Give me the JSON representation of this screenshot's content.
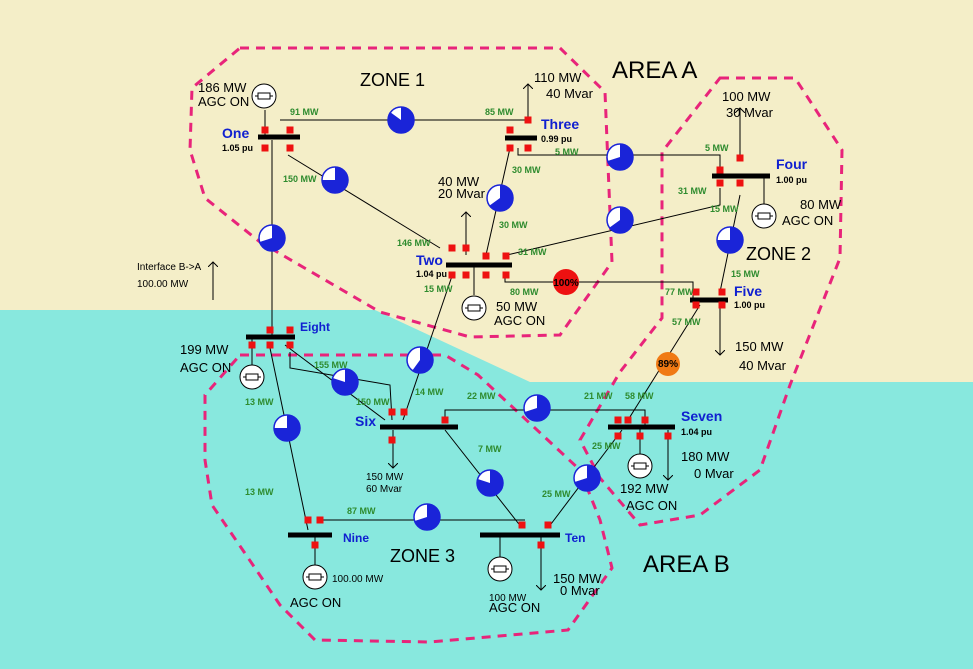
{
  "colors": {
    "area_a_bg": "#f4eec8",
    "area_b_bg": "#88e8de",
    "zone_border": "#e8247a",
    "bus_label": "#1020d0",
    "flow_text": "#2e8b2e",
    "breaker": "#ee1111",
    "pie_fill": "#1a24d8",
    "overload_red": "#ee1111",
    "overload_orange": "#f07a14"
  },
  "areas": {
    "a": "AREA A",
    "b": "AREA B"
  },
  "zones": {
    "z1": "ZONE 1",
    "z2": "ZONE 2",
    "z3": "ZONE 3"
  },
  "interface": {
    "label": "Interface B->A",
    "value": "100.00 MW"
  },
  "buses": {
    "one": {
      "name": "One",
      "pu": "1.05 pu"
    },
    "two": {
      "name": "Two",
      "pu": "1.04 pu"
    },
    "three": {
      "name": "Three",
      "pu": "0.99 pu"
    },
    "four": {
      "name": "Four",
      "pu": "1.00 pu"
    },
    "five": {
      "name": "Five",
      "pu": "1.00 pu"
    },
    "six": {
      "name": "Six"
    },
    "seven": {
      "name": "Seven",
      "pu": "1.04 pu"
    },
    "eight": {
      "name": "Eight"
    },
    "nine": {
      "name": "Nine"
    },
    "ten": {
      "name": "Ten"
    }
  },
  "generators": {
    "one": {
      "mw": "186 MW",
      "status": "AGC ON"
    },
    "two": {
      "mw": "50 MW",
      "status": "AGC ON"
    },
    "four": {
      "mw": "80 MW",
      "status": "AGC ON"
    },
    "seven": {
      "mw": "192 MW",
      "status": "AGC ON"
    },
    "eight": {
      "mw": "199 MW",
      "status": "AGC ON"
    },
    "nine": {
      "mw": "100.00 MW",
      "status": "AGC ON"
    },
    "ten": {
      "mw": "100 MW",
      "status": "AGC ON"
    }
  },
  "loads": {
    "three": {
      "mw": "110 MW",
      "mvar": "40 Mvar"
    },
    "four": {
      "mw": "100 MW",
      "mvar": "30 Mvar"
    },
    "two": {
      "mw": "40 MW",
      "mvar": "20 Mvar"
    },
    "five": {
      "mw": "150 MW",
      "mvar": "40 Mvar"
    },
    "six": {
      "mw": "150 MW",
      "mvar": "60 Mvar"
    },
    "seven": {
      "mw": "180 MW",
      "mvar": "0 Mvar"
    },
    "ten": {
      "mw": "150 MW",
      "mvar": "0 Mvar"
    }
  },
  "flows": {
    "one_three_a": "91 MW",
    "one_three_b": "85 MW",
    "one_two": "150 MW",
    "two_one": "146 MW",
    "three_four_a": "5 MW",
    "three_four_b": "5 MW",
    "three_two_a": "30 MW",
    "three_two_b": "30 MW",
    "four_two_a": "31 MW",
    "four_two_b": "31 MW",
    "four_five_a": "15 MW",
    "four_five_b": "15 MW",
    "two_five": "80 MW",
    "five_two": "77 MW",
    "two_six": "15 MW",
    "five_seven_a": "57 MW",
    "seven_five": "58 MW",
    "seven_six_a": "21 MW",
    "six_seven": "22 MW",
    "eight_six_a": "155 MW",
    "eight_six_b": "150 MW",
    "six_eight": "14 MW",
    "eight_nine_a": "13 MW",
    "eight_nine_b": "13 MW",
    "six_ten": "7 MW",
    "seven_ten_a": "25 MW",
    "seven_ten_b": "25 MW",
    "nine_ten": "87 MW"
  },
  "overloads": {
    "two_five": "100%",
    "five_seven": "89%"
  }
}
